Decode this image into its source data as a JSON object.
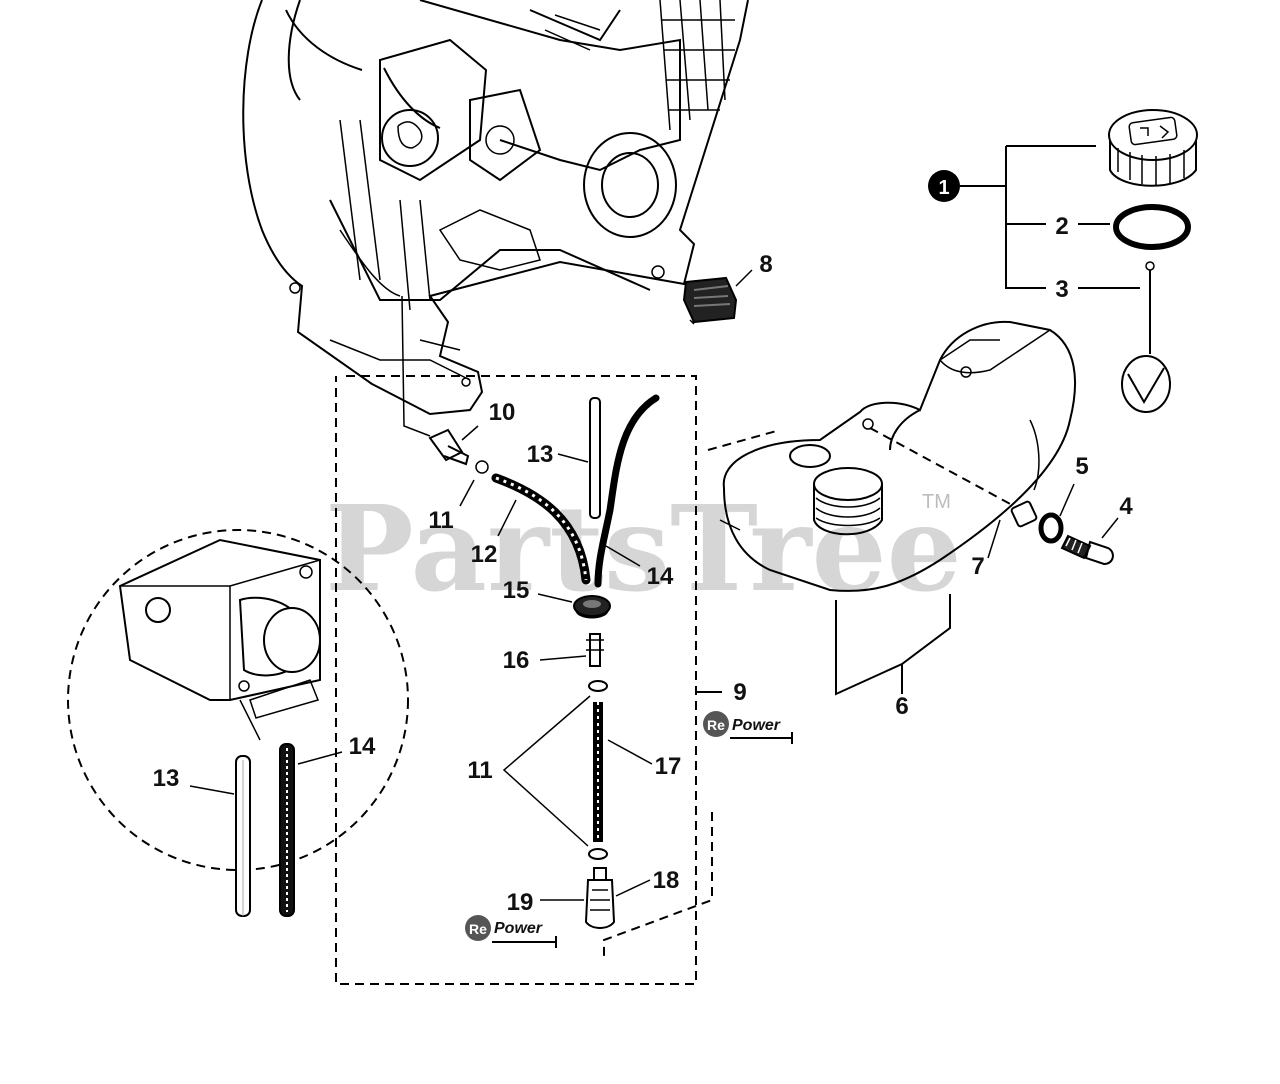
{
  "watermark": {
    "text": "PartsTree",
    "trademark": "TM"
  },
  "brand_badge": {
    "prefix": "Re",
    "suffix": "Power"
  },
  "callouts": {
    "c1": "1",
    "c2": "2",
    "c3": "3",
    "c4": "4",
    "c5": "5",
    "c6": "6",
    "c7": "7",
    "c8": "8",
    "c9": "9",
    "c10": "10",
    "c11a": "11",
    "c11b": "11",
    "c12": "12",
    "c13a": "13",
    "c13b": "13",
    "c14a": "14",
    "c14b": "14",
    "c15": "15",
    "c16": "16",
    "c17": "17",
    "c18": "18",
    "c19": "19"
  },
  "colors": {
    "line": "#000000",
    "watermark": "#cfcfcf",
    "background": "#ffffff"
  }
}
